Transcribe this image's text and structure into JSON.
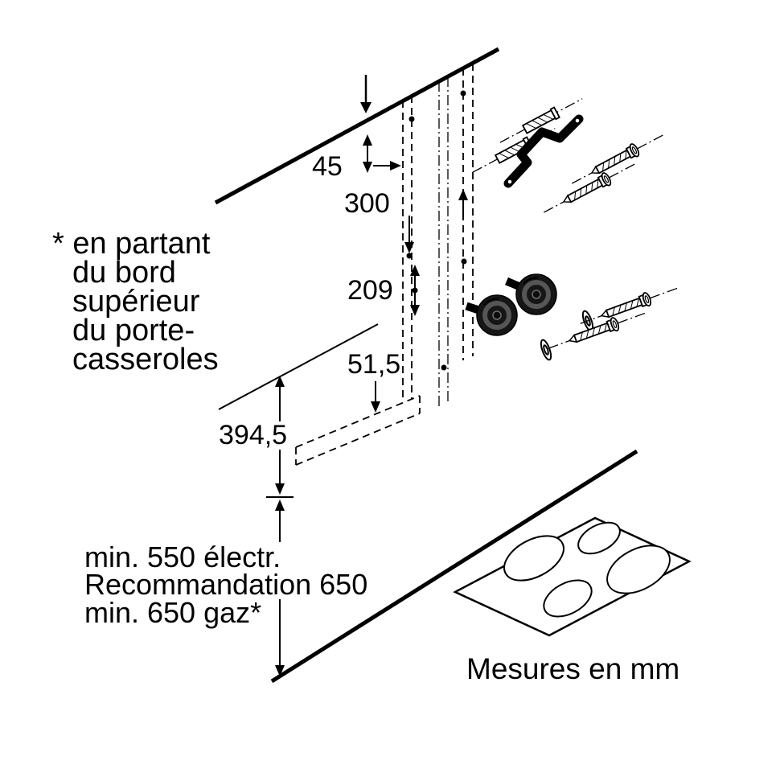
{
  "page": {
    "background": "#ffffff",
    "line_color": "#000000"
  },
  "dimensions": {
    "top_offset": "45",
    "bracket_span": "300",
    "mid_span": "209",
    "bottom_offset": "51,5",
    "hood_height": "394,5"
  },
  "notes": {
    "footnote_lines": [
      "* en partant",
      "du bord",
      "supérieur",
      "du porte-",
      "casseroles"
    ],
    "clearance_lines": [
      "min. 550 électr.",
      "Recommandation 650",
      "min. 650 gaz*"
    ],
    "units_caption": "Mesures en mm"
  }
}
